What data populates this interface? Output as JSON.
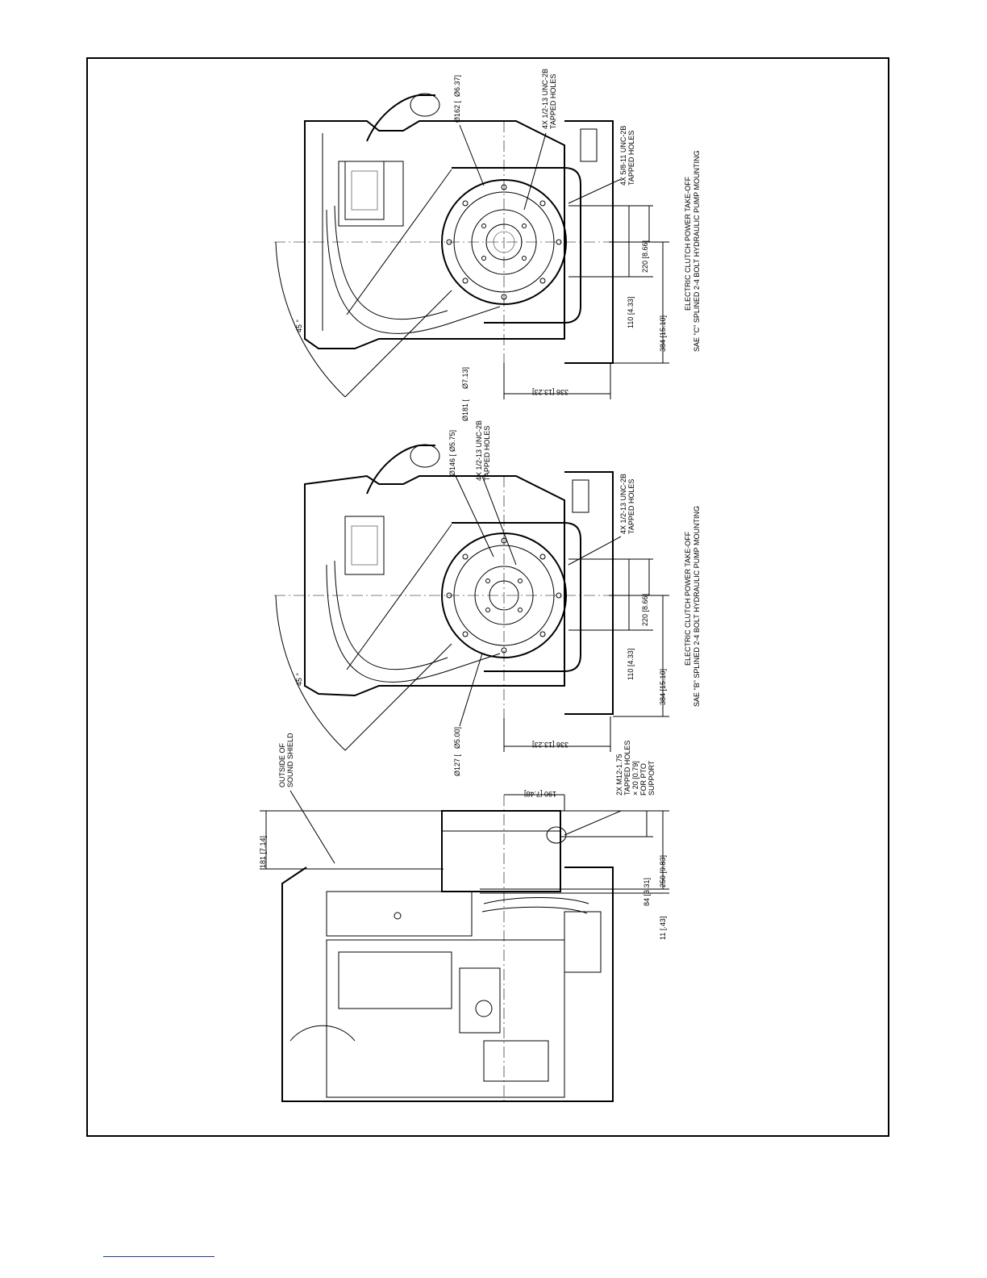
{
  "colors": {
    "ink": "#000000",
    "paper": "#ffffff",
    "footer_rule": "#1a3a9a"
  },
  "view_top": {
    "title_line1": "ELECTRIC CLUTCH POWER TAKE-OFF",
    "title_line2": "SAE \"C\" SPLINED 2-4 BOLT HYDRAULIC PUMP MOUNTING",
    "angle": "45 °",
    "dia_outer": "Ø162 [",
    "dia_outer_in": "Ø6.37]",
    "holes_small": "4X 1/2-13 UNC-2B",
    "holes_small_2": "TAPPED HOLES",
    "holes_large": "4X 5/8-11 UNC-2B",
    "holes_large_2": "TAPPED HOLES",
    "dia_181": "Ø181 [",
    "dia_713": "Ø7.13]",
    "dim_220": "220 [8.66]",
    "dim_110": "110 [4.33]",
    "dim_384": "384 [15.10]",
    "dim_336": "336 [13.23]"
  },
  "view_middle": {
    "title_line1": "ELECTRIC CLUTCH POWER TAKE-OFF",
    "title_line2": "SAE \"B\" SPLINED 2-4 BOLT HYDRAULIC PUMP MOUNTING",
    "angle": "45 °",
    "dia_146": "Ø146 [",
    "dia_575": "Ø5.75]",
    "holes_small": "4X 1/2-13 UNC-2B",
    "holes_small_2": "TAPPED HOLES",
    "holes_large": "4X 1/2-13 UNC-2B",
    "holes_large_2": "TAPPED HOLES",
    "dia_127": "Ø127 [",
    "dia_500": "Ø5.00]",
    "dim_220": "220 [8.66]",
    "dim_110": "110 [4.33]",
    "dim_384": "384 [15.10]",
    "dim_336": "336 [13.23]"
  },
  "view_side": {
    "shield_1": "OUTSIDE OF",
    "shield_2": "SOUND SHIELD",
    "dim_181": "181 [7.14]",
    "dim_190": "190 [7.48]",
    "tap_1": "2X M12-1.75",
    "tap_2": "TAPPED HOLES",
    "tap_3": "× 20 [0.79]",
    "tap_4": "FOR PTO",
    "tap_5": "SUPPORT",
    "dim_84": "84 [3.31]",
    "dim_250": "250 [9.83]",
    "dim_11": "11 [.43]"
  }
}
